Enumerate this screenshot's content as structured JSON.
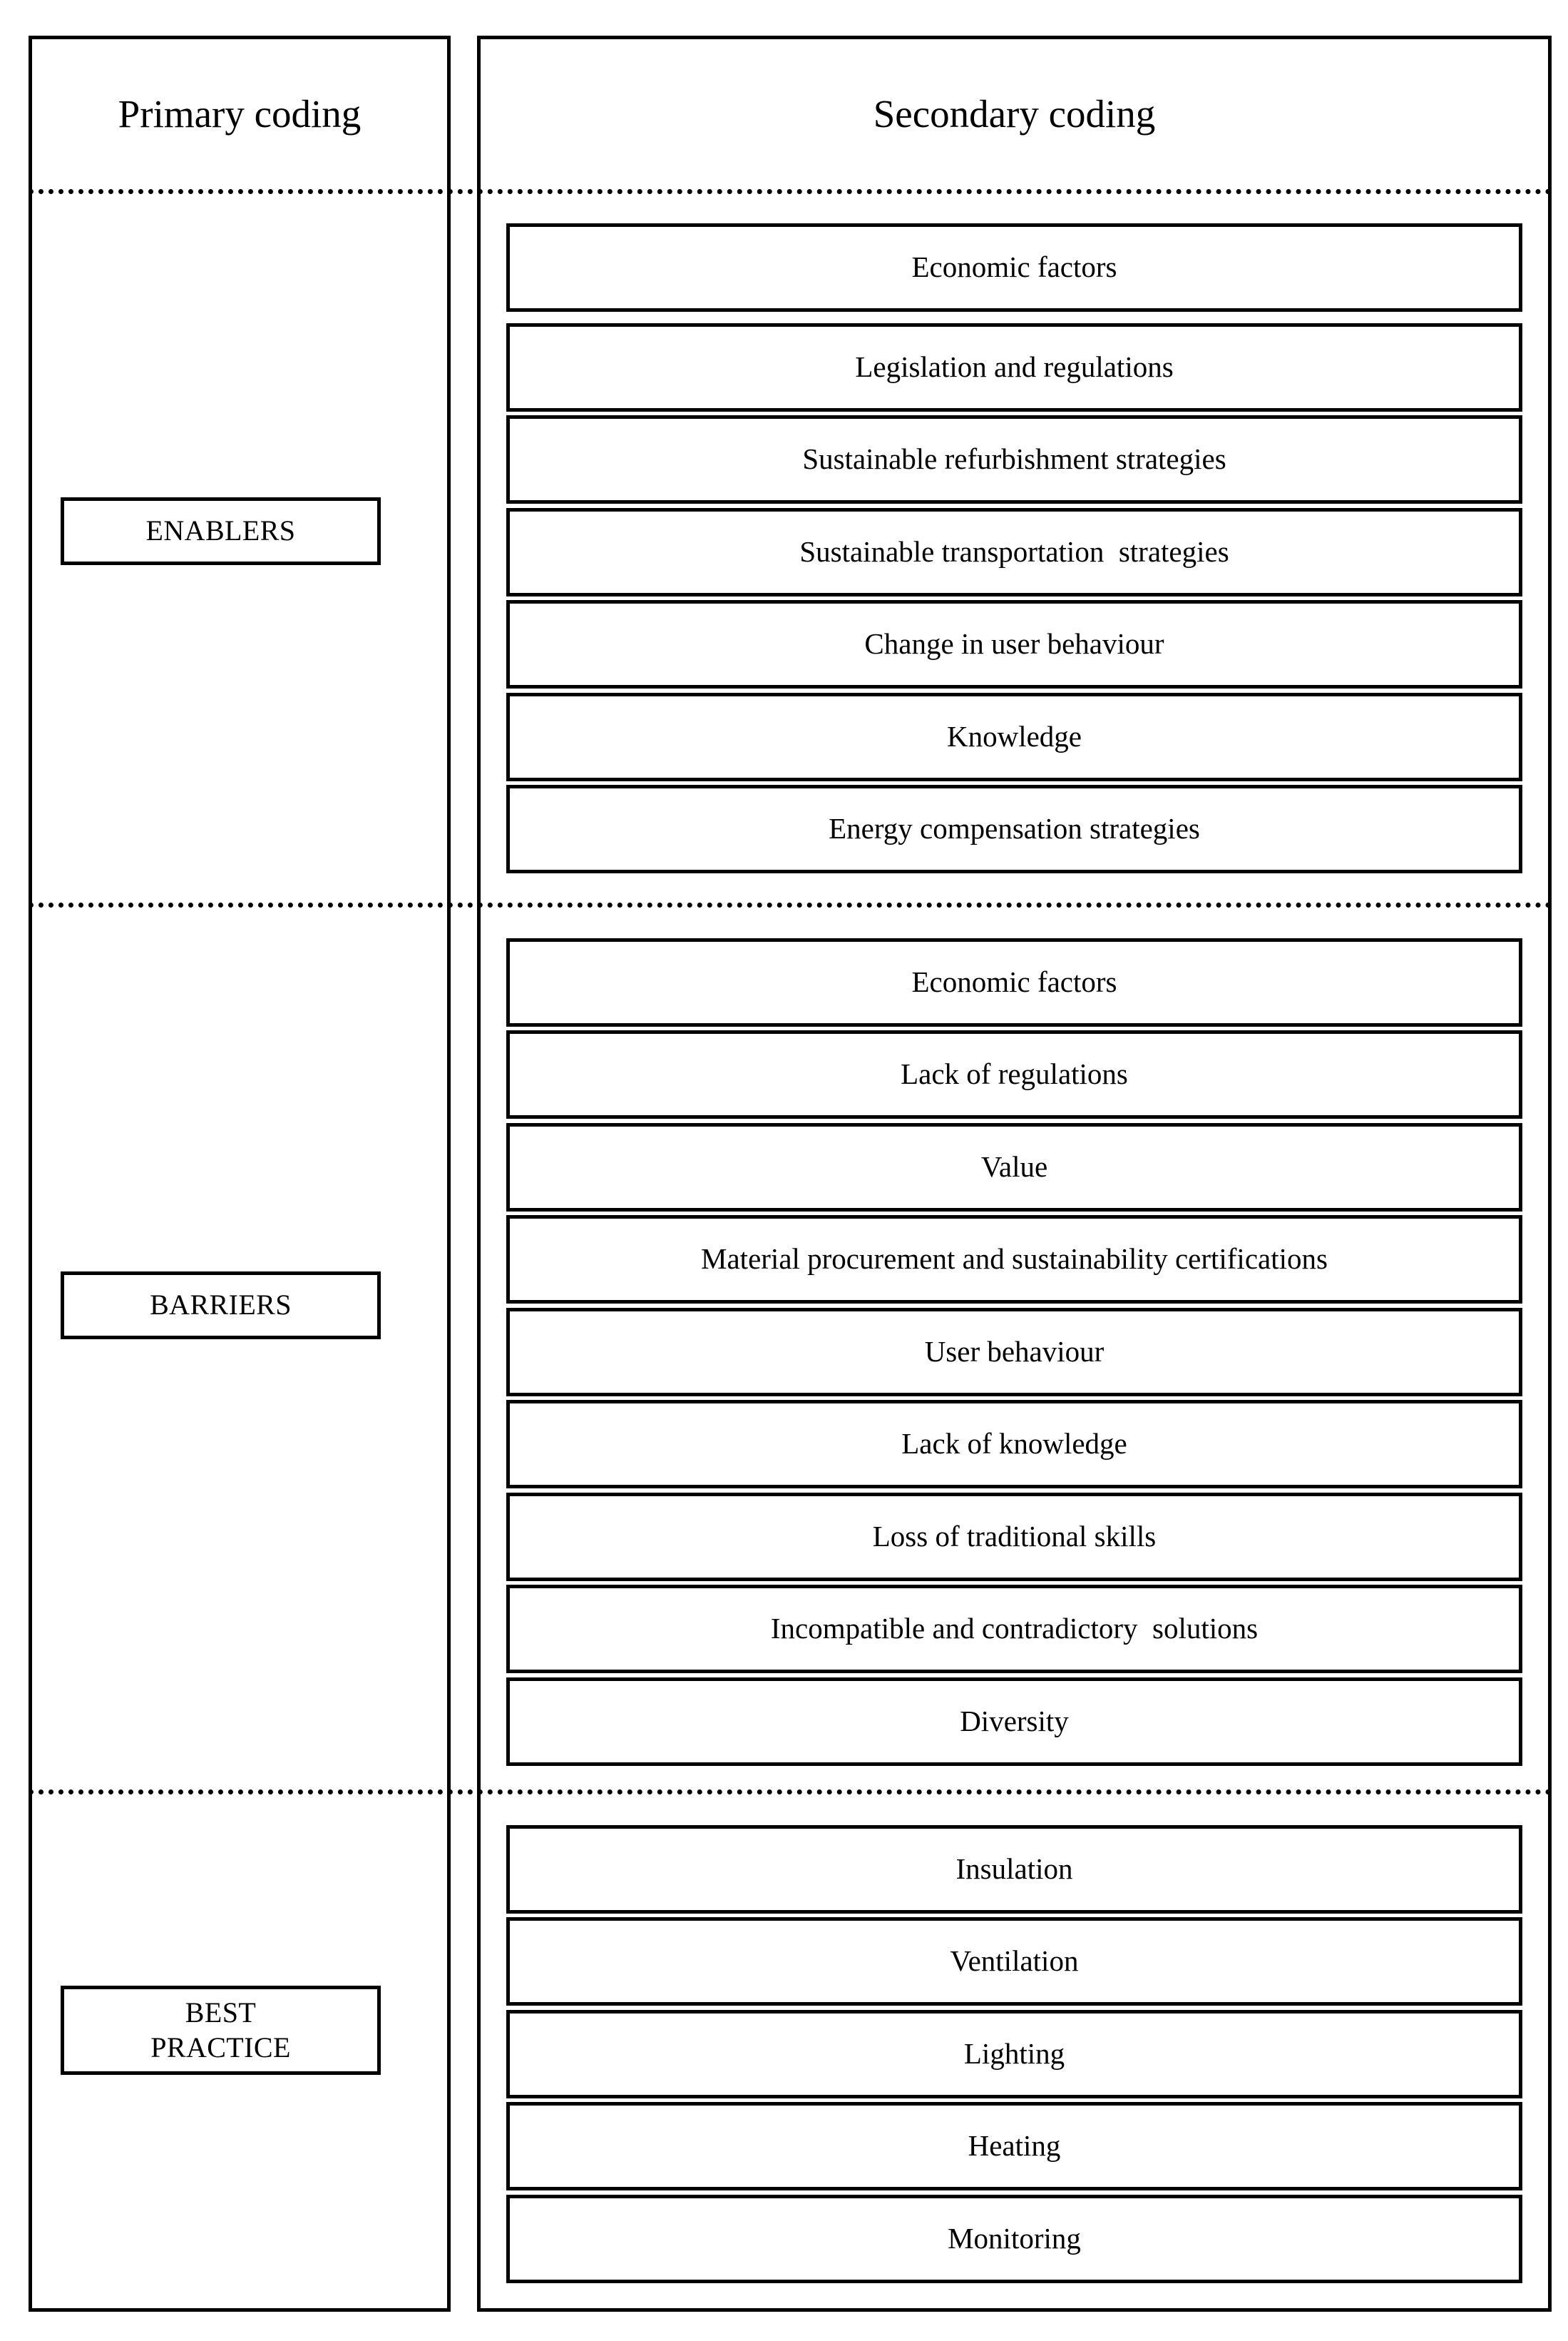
{
  "headers": {
    "primary": "Primary coding",
    "secondary": "Secondary coding"
  },
  "colors": {
    "background": "#ffffff",
    "stroke": "#000000",
    "text": "#000000"
  },
  "sections": [
    {
      "primary_label": "ENABLERS",
      "primary_label_lines": [
        "ENABLERS"
      ],
      "items": [
        "Economic factors",
        "Legislation and regulations",
        "Sustainable refurbishment strategies",
        "Sustainable transportation  strategies",
        "Change in user behaviour",
        "Knowledge",
        "Energy compensation strategies"
      ]
    },
    {
      "primary_label": "BARRIERS",
      "primary_label_lines": [
        "BARRIERS"
      ],
      "items": [
        "Economic factors",
        "Lack of regulations",
        "Value",
        "Material procurement and sustainability certifications",
        "User behaviour",
        "Lack of knowledge",
        "Loss of traditional skills",
        "Incompatible and contradictory  solutions",
        "Diversity"
      ]
    },
    {
      "primary_label": "BEST PRACTICE",
      "primary_label_lines": [
        "BEST",
        "PRACTICE"
      ],
      "items": [
        "Insulation",
        "Ventilation",
        "Lighting",
        "Heating",
        "Monitoring"
      ]
    }
  ]
}
